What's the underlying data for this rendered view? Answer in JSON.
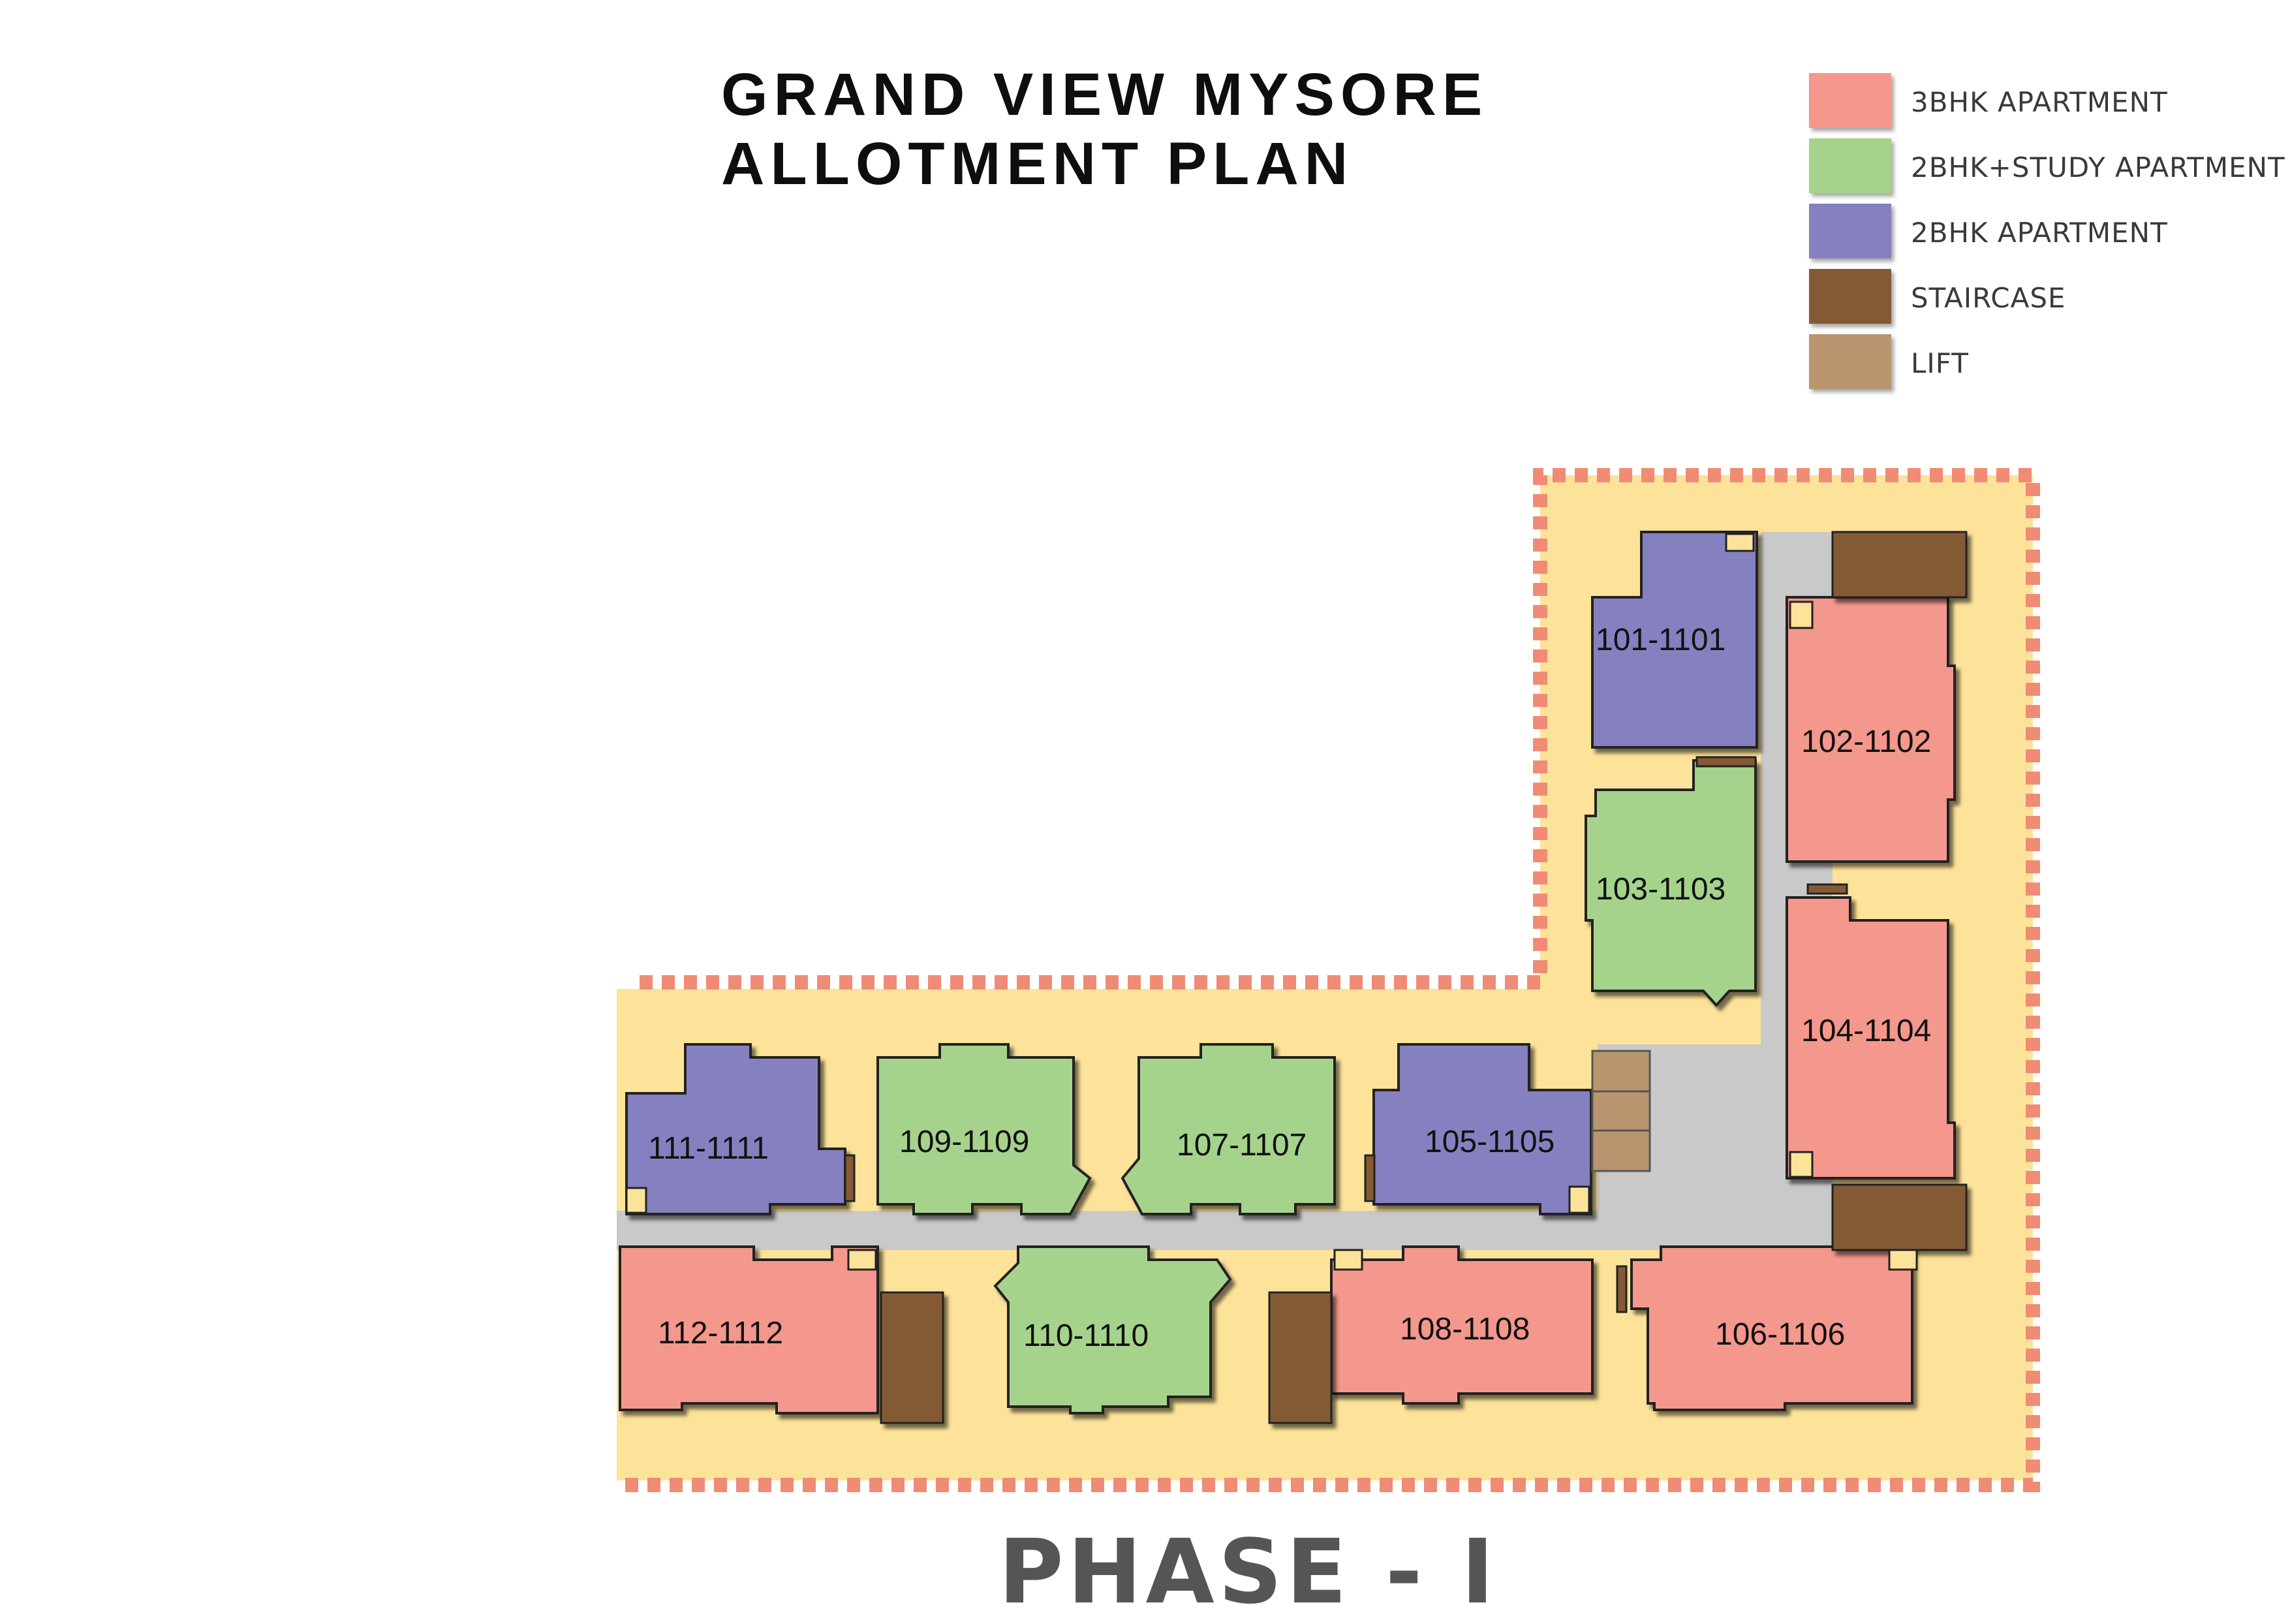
{
  "title": {
    "line1": "GRAND VIEW MYSORE",
    "line2": "ALLOTMENT PLAN"
  },
  "colors": {
    "three_bhk": "#f4978c",
    "two_bhk_study": "#a6d38c",
    "two_bhk": "#8581c0",
    "staircase": "#845a35",
    "lift": "#b8956f",
    "corridor": "#c9c9c9",
    "site": "#fde39a",
    "boundary": "#f08c75"
  },
  "legend": [
    {
      "label": "3BHK APARTMENT",
      "color": "#f4978c"
    },
    {
      "label": "2BHK+STUDY  APARTMENT",
      "color": "#a6d38c"
    },
    {
      "label": "2BHK APARTMENT",
      "color": "#8581c0"
    },
    {
      "label": "STAIRCASE",
      "color": "#845a35"
    },
    {
      "label": "LIFT",
      "color": "#b8956f"
    }
  ],
  "units": [
    {
      "label": "101-1101",
      "type": "2BHK"
    },
    {
      "label": "102-1102",
      "type": "3BHK"
    },
    {
      "label": "103-1103",
      "type": "2BHK+STUDY"
    },
    {
      "label": "104-1104",
      "type": "3BHK"
    },
    {
      "label": "105-1105",
      "type": "2BHK"
    },
    {
      "label": "106-1106",
      "type": "3BHK"
    },
    {
      "label": "107-1107",
      "type": "2BHK+STUDY"
    },
    {
      "label": "108-1108",
      "type": "3BHK"
    },
    {
      "label": "109-1109",
      "type": "2BHK+STUDY"
    },
    {
      "label": "110-1110",
      "type": "2BHK+STUDY"
    },
    {
      "label": "111-1111",
      "type": "2BHK"
    },
    {
      "label": "112-1112",
      "type": "3BHK"
    }
  ],
  "phase": "PHASE - I"
}
